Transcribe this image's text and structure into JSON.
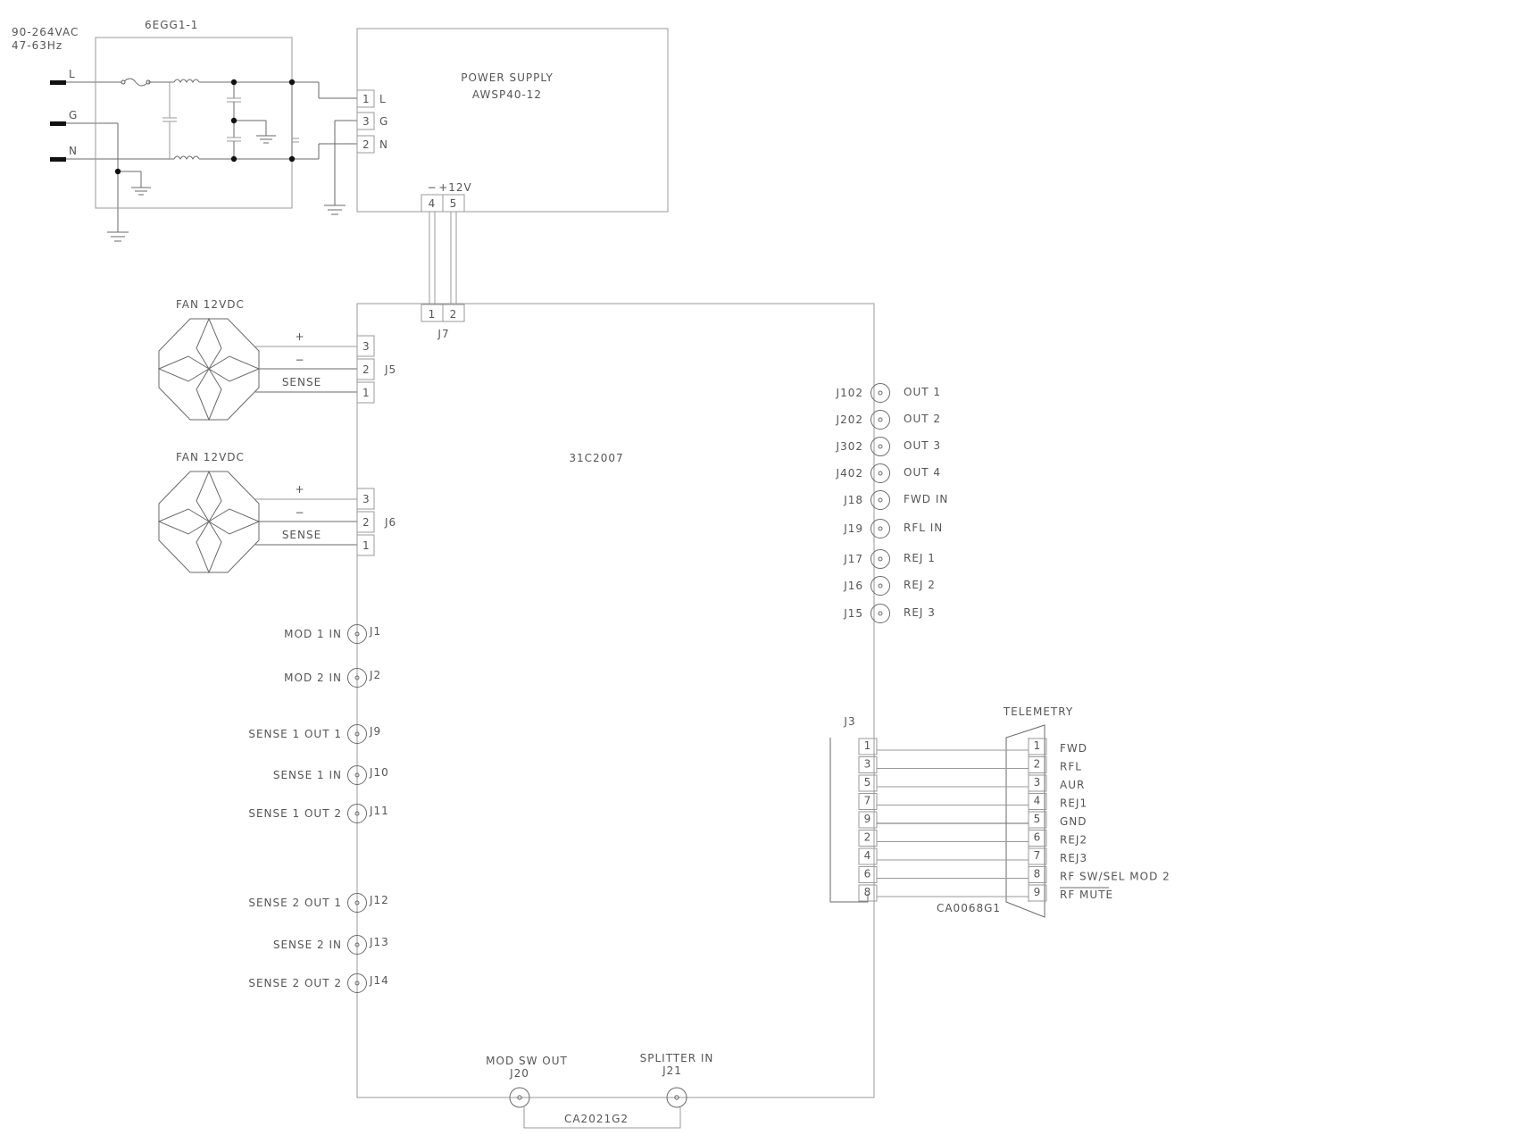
{
  "input": {
    "voltage": "90-264VAC",
    "freq": "47-63Hz",
    "line": "L",
    "ground": "G",
    "neutral": "N"
  },
  "filter": {
    "part": "6EGG1-1"
  },
  "psu": {
    "title": "POWER SUPPLY",
    "model": "AWSP40-12",
    "in_pins": [
      {
        "num": "1",
        "label": "L"
      },
      {
        "num": "3",
        "label": "G"
      },
      {
        "num": "2",
        "label": "N"
      }
    ],
    "out_pins": [
      {
        "num": "4",
        "label": "−"
      },
      {
        "num": "5",
        "label": "+12V"
      }
    ]
  },
  "board": {
    "part": "31C2007",
    "j7": {
      "name": "J7",
      "pins": [
        "1",
        "2"
      ]
    }
  },
  "fans": [
    {
      "label": "FAN 12VDC",
      "conn": "J5",
      "pins": [
        "3",
        "2",
        "1"
      ],
      "wires": [
        "+",
        "−",
        "SENSE"
      ]
    },
    {
      "label": "FAN 12VDC",
      "conn": "J6",
      "pins": [
        "3",
        "2",
        "1"
      ],
      "wires": [
        "+",
        "−",
        "SENSE"
      ]
    }
  ],
  "left_jacks": [
    {
      "label": "MOD 1 IN",
      "ref": "J1"
    },
    {
      "label": "MOD 2 IN",
      "ref": "J2"
    },
    {
      "label": "SENSE 1 OUT 1",
      "ref": "J9"
    },
    {
      "label": "SENSE 1 IN",
      "ref": "J10"
    },
    {
      "label": "SENSE 1 OUT 2",
      "ref": "J11"
    },
    {
      "label": "SENSE 2 OUT 1",
      "ref": "J12"
    },
    {
      "label": "SENSE 2 IN",
      "ref": "J13"
    },
    {
      "label": "SENSE 2 OUT 2",
      "ref": "J14"
    }
  ],
  "right_jacks": [
    {
      "ref": "J102",
      "label": "OUT 1"
    },
    {
      "ref": "J202",
      "label": "OUT 2"
    },
    {
      "ref": "J302",
      "label": "OUT 3"
    },
    {
      "ref": "J402",
      "label": "OUT 4"
    },
    {
      "ref": "J18",
      "label": "FWD IN"
    },
    {
      "ref": "J19",
      "label": "RFL IN"
    },
    {
      "ref": "J17",
      "label": "REJ 1"
    },
    {
      "ref": "J16",
      "label": "REJ 2"
    },
    {
      "ref": "J15",
      "label": "REJ 3"
    }
  ],
  "telemetry": {
    "title": "TELEMETRY",
    "j3": "J3",
    "cable": "CA0068G1",
    "rows": [
      {
        "j3": "1",
        "db": "1",
        "signal": "FWD"
      },
      {
        "j3": "3",
        "db": "2",
        "signal": "RFL"
      },
      {
        "j3": "5",
        "db": "3",
        "signal": "AUR"
      },
      {
        "j3": "7",
        "db": "4",
        "signal": "REJ1"
      },
      {
        "j3": "9",
        "db": "5",
        "signal": "GND"
      },
      {
        "j3": "2",
        "db": "6",
        "signal": "REJ2"
      },
      {
        "j3": "4",
        "db": "7",
        "signal": "REJ3"
      },
      {
        "j3": "6",
        "db": "8",
        "signal": "RF SW/SEL MOD 2"
      },
      {
        "j3": "8",
        "db": "9",
        "signal": "RF MUTE"
      }
    ]
  },
  "bottom": {
    "left": {
      "label": "MOD SW OUT",
      "ref": "J20"
    },
    "right": {
      "label": "SPLITTER IN",
      "ref": "J21"
    },
    "cable": "CA2021G2"
  }
}
